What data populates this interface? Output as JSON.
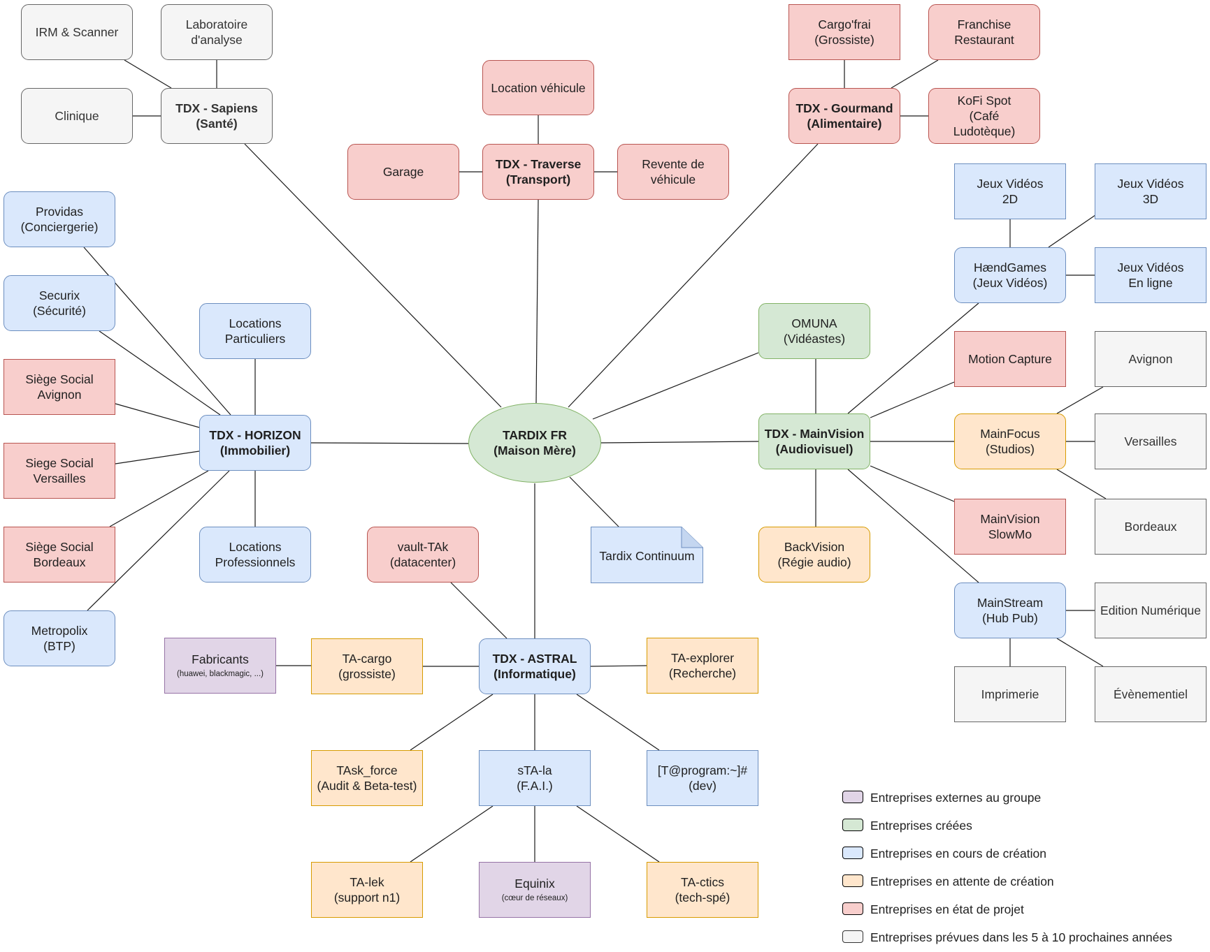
{
  "nodes": {
    "tardix": {
      "lines": [
        "TARDIX FR",
        "(Maison Mère)"
      ]
    },
    "sapiens": {
      "lines": [
        "TDX - Sapiens",
        "(Santé)"
      ]
    },
    "irm": {
      "lines": [
        "IRM & Scanner"
      ]
    },
    "labo": {
      "lines": [
        "Laboratoire",
        "d'analyse"
      ]
    },
    "clinique": {
      "lines": [
        "Clinique"
      ]
    },
    "traverse": {
      "lines": [
        "TDX - Traverse",
        "(Transport)"
      ]
    },
    "location_vehicule": {
      "lines": [
        "Location véhicule"
      ]
    },
    "garage": {
      "lines": [
        "Garage"
      ]
    },
    "revente": {
      "lines": [
        "Revente de",
        "véhicule"
      ]
    },
    "gourmand": {
      "lines": [
        "TDX - Gourmand",
        "(Alimentaire)"
      ]
    },
    "cargofrai": {
      "lines": [
        "Cargo'frai",
        "(Grossiste)"
      ]
    },
    "franchise": {
      "lines": [
        "Franchise",
        "Restaurant"
      ]
    },
    "kofi": {
      "lines": [
        "KoFi Spot",
        "(Café",
        "Ludotèque)"
      ]
    },
    "horizon": {
      "lines": [
        "TDX - HORIZON",
        "(Immobilier)"
      ]
    },
    "providas": {
      "lines": [
        "Providas",
        "(Conciergerie)"
      ]
    },
    "securix": {
      "lines": [
        "Securix",
        "(Sécurité)"
      ]
    },
    "siege_avignon": {
      "lines": [
        "Siège Social",
        "Avignon"
      ]
    },
    "siege_versailles": {
      "lines": [
        "Siege Social",
        "Versailles"
      ]
    },
    "siege_bordeaux": {
      "lines": [
        "Siège Social",
        "Bordeaux"
      ]
    },
    "metropolix": {
      "lines": [
        "Metropolix",
        "(BTP)"
      ]
    },
    "loc_part": {
      "lines": [
        "Locations",
        "Particuliers"
      ]
    },
    "loc_pro": {
      "lines": [
        "Locations",
        "Professionnels"
      ]
    },
    "mainvision": {
      "lines": [
        "TDX - MainVision",
        "(Audiovisuel)"
      ]
    },
    "omuna": {
      "lines": [
        "OMUNA",
        "(Vidéastes)"
      ]
    },
    "backvision": {
      "lines": [
        "BackVision",
        "(Régie audio)"
      ]
    },
    "haendgames": {
      "lines": [
        "HændGames",
        "(Jeux Vidéos)"
      ]
    },
    "jv2d": {
      "lines": [
        "Jeux Vidéos",
        "2D"
      ]
    },
    "jv3d": {
      "lines": [
        "Jeux Vidéos",
        "3D"
      ]
    },
    "jvligne": {
      "lines": [
        "Jeux Vidéos",
        "En ligne"
      ]
    },
    "motion": {
      "lines": [
        "Motion Capture"
      ]
    },
    "mainfocus": {
      "lines": [
        "MainFocus",
        "(Studios)"
      ]
    },
    "avignon": {
      "lines": [
        "Avignon"
      ]
    },
    "versailles": {
      "lines": [
        "Versailles"
      ]
    },
    "bordeaux": {
      "lines": [
        "Bordeaux"
      ]
    },
    "slowmo": {
      "lines": [
        "MainVision",
        "SlowMo"
      ]
    },
    "mainstream": {
      "lines": [
        "MainStream",
        "(Hub Pub)"
      ]
    },
    "edition": {
      "lines": [
        "Edition Numérique"
      ]
    },
    "imprimerie": {
      "lines": [
        "Imprimerie"
      ]
    },
    "evenementiel": {
      "lines": [
        "Évènementiel"
      ]
    },
    "continuum": {
      "lines": [
        "Tardix Continuum"
      ]
    },
    "astral": {
      "lines": [
        "TDX - ASTRAL",
        "(Informatique)"
      ]
    },
    "vault": {
      "lines": [
        "vault-TAk",
        "(datacenter)"
      ]
    },
    "tacargo": {
      "lines": [
        "TA-cargo",
        "(grossiste)"
      ]
    },
    "fabricants": {
      "lines": [
        "Fabricants"
      ],
      "sub": "(huawei, blackmagic, ...)"
    },
    "taexplorer": {
      "lines": [
        "TA-explorer",
        "(Recherche)"
      ]
    },
    "taskforce": {
      "lines": [
        "TAsk_force",
        "(Audit & Beta-test)"
      ]
    },
    "stala": {
      "lines": [
        "sTA-la",
        "(F.A.I.)"
      ]
    },
    "program": {
      "lines": [
        "[T@program:~]#",
        "(dev)"
      ]
    },
    "talek": {
      "lines": [
        "TA-lek",
        "(support n1)"
      ]
    },
    "equinix": {
      "lines": [
        "Equinix"
      ],
      "sub": "(cœur de réseaux)"
    },
    "tactics": {
      "lines": [
        "TA-ctics",
        "(tech-spé)"
      ]
    }
  },
  "legend": {
    "externes": "Entreprises externes au groupe",
    "creees": "Entreprises créées",
    "en_cours": "Entreprises en cours de création",
    "en_attente": "Entreprises en attente de création",
    "projet": "Entreprises en état de projet",
    "prevues": "Entreprises prévues dans les 5 à 10 prochaines années"
  },
  "colors": {
    "green_fill": "#d5e8d4",
    "green_stroke": "#82b366",
    "blue_fill": "#dae8fc",
    "blue_stroke": "#6c8ebf",
    "red_fill": "#f8cecc",
    "red_stroke": "#b85450",
    "orange_fill": "#ffe6cc",
    "orange_stroke": "#d79b00",
    "gray_fill": "#f5f5f5",
    "gray_stroke": "#666666",
    "purple_fill": "#e1d5e7",
    "purple_stroke": "#9673a6"
  }
}
